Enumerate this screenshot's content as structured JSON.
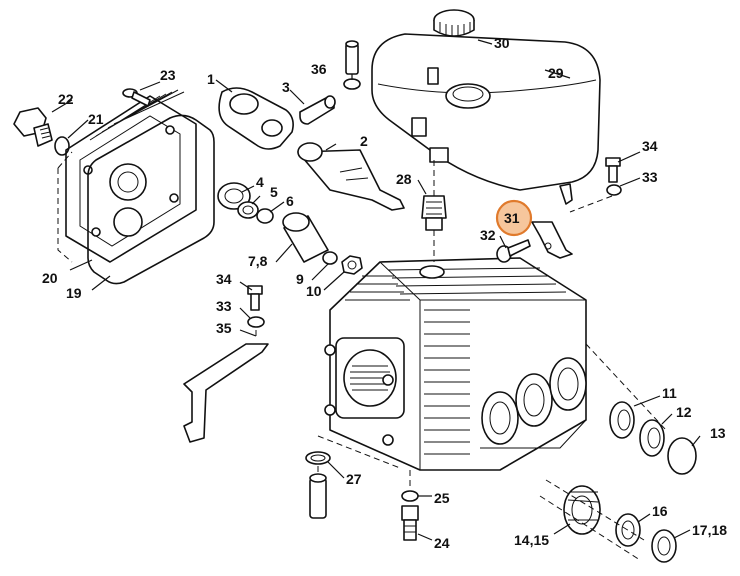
{
  "callouts": {
    "c1": "1",
    "c2": "2",
    "c3": "3",
    "c4": "4",
    "c5": "5",
    "c6": "6",
    "c78": "7,8",
    "c9": "9",
    "c10": "10",
    "c11": "11",
    "c12": "12",
    "c13": "13",
    "c1415": "14,15",
    "c16": "16",
    "c1718": "17,18",
    "c19": "19",
    "c20": "20",
    "c21": "21",
    "c22": "22",
    "c23": "23",
    "c24": "24",
    "c25": "25",
    "c27": "27",
    "c28": "28",
    "c29": "29",
    "c30": "30",
    "c31": "31",
    "c32": "32",
    "c33a": "33",
    "c33b": "33",
    "c34a": "34",
    "c34b": "34",
    "c35": "35",
    "c36": "36"
  },
  "colors": {
    "highlight_fill": "#f6c69c",
    "highlight_stroke": "#e07a2c",
    "ink": "#111111"
  },
  "highlighted_part": "31"
}
